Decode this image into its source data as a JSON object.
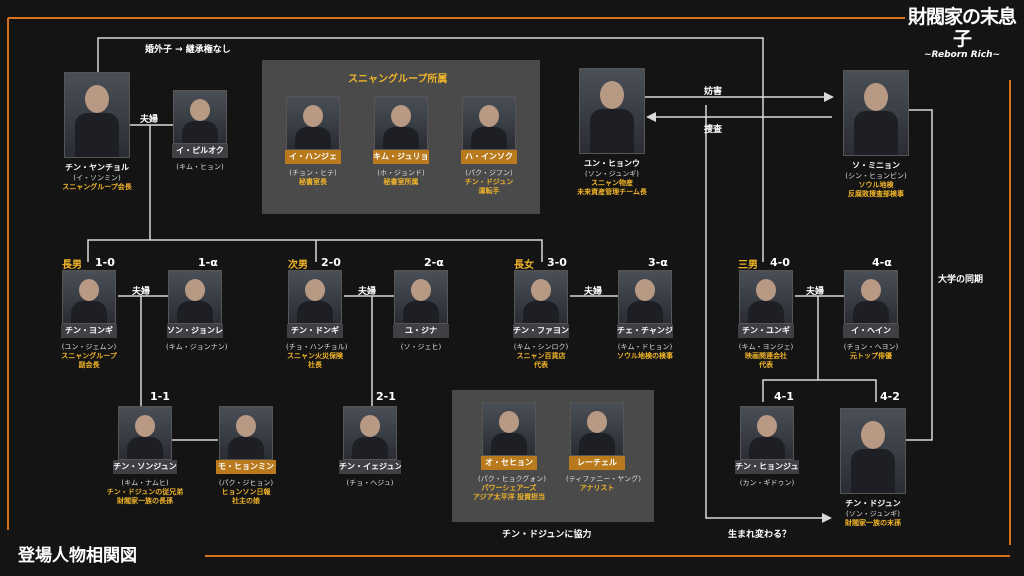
{
  "brand": {
    "title": "財閥家の末息子",
    "subtitle": "~Reborn Rich~"
  },
  "footer_title": "登場人物相関図",
  "labels": {
    "illegit": "婚外子 → 継承権なし",
    "fuufu": "夫婦",
    "bougai": "妨害",
    "sousa": "捜査",
    "daigaku": "大学の同期",
    "umare": "生まれ変わる？",
    "kyouryoku": "チン・ドジュンに協力"
  },
  "group_box_title": "スニャングループ所属",
  "tags": {
    "chounan": "長男",
    "jinan": "次男",
    "choujo": "長女",
    "sannan": "三男"
  },
  "codes": {
    "c10": "1-0",
    "c1a": "1-α",
    "c11": "1-1",
    "c20": "2-0",
    "c2a": "2-α",
    "c21": "2-1",
    "c30": "3-0",
    "c3a": "3-α",
    "c40": "4-0",
    "c4a": "4-α",
    "c41": "4-1",
    "c42": "4-2"
  },
  "people": {
    "yangchol": {
      "name": "チン・ヤンチョル",
      "actor": "(イ・ソンミン)",
      "role": "スニャングループ会長"
    },
    "pilok": {
      "name": "イ・ピルオク",
      "actor": "(キム・ヒョン)",
      "role": ""
    },
    "hanje": {
      "name": "イ・ハンジェ",
      "actor": "(チョン・ヒテ)",
      "role": "秘書室長"
    },
    "jurion": {
      "name": "キム・ジュリョン",
      "actor": "(ホ・ジョンド)",
      "role": "秘書室所属"
    },
    "insok": {
      "name": "ハ・インソク",
      "actor": "(パク・ジフン)",
      "role": "チン・ドジュン\n運転手"
    },
    "hyonu": {
      "name": "ユン・ヒョンウ",
      "actor": "(ソン・ジュンギ)",
      "role": "スニャン物産\n未来資産管理チーム長"
    },
    "minyon": {
      "name": "ソ・ミニョン",
      "actor": "(シン・ヒョンビン)",
      "role": "ソウル地検\n反腐敗捜査部検事"
    },
    "yongi": {
      "name": "チン・ヨンギ",
      "actor": "(ユン・ジェムン)",
      "role": "スニャングループ\n副会長"
    },
    "jonre": {
      "name": "ソン・ジョンレ",
      "actor": "(キム・ジョンナン)",
      "role": ""
    },
    "dongi": {
      "name": "チン・ドンギ",
      "actor": "(チョ・ハンチョル)",
      "role": "スニャン火災保険\n社長"
    },
    "jina": {
      "name": "ユ・ジナ",
      "actor": "(ソ・ジェヒ)",
      "role": ""
    },
    "fayon": {
      "name": "チン・ファヨン",
      "actor": "(キム・シンロク)",
      "role": "スニャン百貨店\n代表"
    },
    "changje": {
      "name": "チェ・チャンジェ",
      "actor": "(キム・ドヒョン)",
      "role": "ソウル地検の検事"
    },
    "yungi": {
      "name": "チン・ユンギ",
      "actor": "(キム・ヨンジェ)",
      "role": "映画関連会社\n代表"
    },
    "heyin": {
      "name": "イ・ヘイン",
      "actor": "(チョン・ヘヨン)",
      "role": "元トップ俳優"
    },
    "sonjun": {
      "name": "チン・ソンジュン",
      "actor": "(キム・ナムヒ)",
      "role": "チン・ドジュンの従兄弟\n財閥家一族の長孫"
    },
    "hyonmin": {
      "name": "モ・ヒョンミン",
      "actor": "(パク・ジヒョン)",
      "role": "ヒョンソン日報\n社主の娘"
    },
    "yejon": {
      "name": "チン・イェジュン",
      "actor": "(チョ・ヘジュ)",
      "role": ""
    },
    "sehyon": {
      "name": "オ・セヒョン",
      "actor": "(パク・ヒョクグォン)",
      "role": "パワーシェアーズ\nアジア太平洋 投資担当"
    },
    "rachel": {
      "name": "レーチェル",
      "actor": "(ティファニー・ヤング)",
      "role": "アナリスト"
    },
    "hyonjun": {
      "name": "チン・ヒョンジュン",
      "actor": "(カン・ギドゥン)",
      "role": ""
    },
    "dojun": {
      "name": "チン・ドジュン",
      "actor": "(ソン・ジュンギ)",
      "role": "財閥家一族の末孫"
    }
  }
}
